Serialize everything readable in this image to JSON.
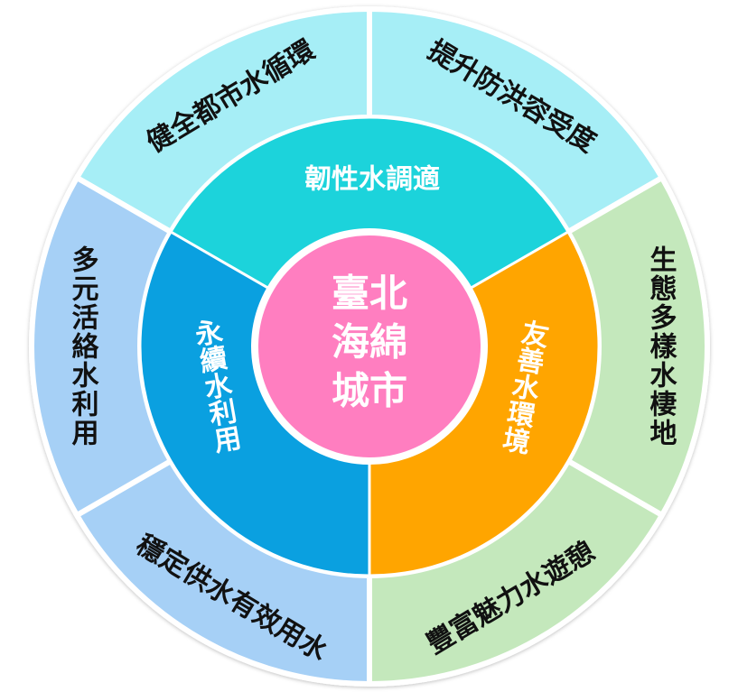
{
  "center": {
    "lines": [
      "臺北",
      "海綿",
      "城市"
    ],
    "color": "#ff7ec0"
  },
  "middle_ring": [
    {
      "id": "resilience",
      "text": "韌性水調適",
      "color": "#1cd3db"
    },
    {
      "id": "sustainable",
      "text": "永續水利用",
      "color": "#0aa0e0"
    },
    {
      "id": "friendly",
      "text": "友善水環境",
      "color": "#ffa500"
    }
  ],
  "outer_ring": [
    {
      "id": "urban-water-cycle",
      "text": "健全都市水循環",
      "color": "#a6eef6"
    },
    {
      "id": "flood-tolerance",
      "text": "提升防洪容受度",
      "color": "#a6eef6"
    },
    {
      "id": "eco-habitat",
      "text": "生態多樣水棲地",
      "color": "#c4e8bc"
    },
    {
      "id": "water-recreation",
      "text": "豐富魅力水遊憩",
      "color": "#c4e8bc"
    },
    {
      "id": "stable-supply",
      "text": "穩定供水有效用水",
      "color": "#a6d0f6"
    },
    {
      "id": "diverse-use",
      "text": "多元活絡水利用",
      "color": "#a6d0f6"
    }
  ],
  "colors": {
    "divider": "#ffffff",
    "background": "#ffffff"
  }
}
